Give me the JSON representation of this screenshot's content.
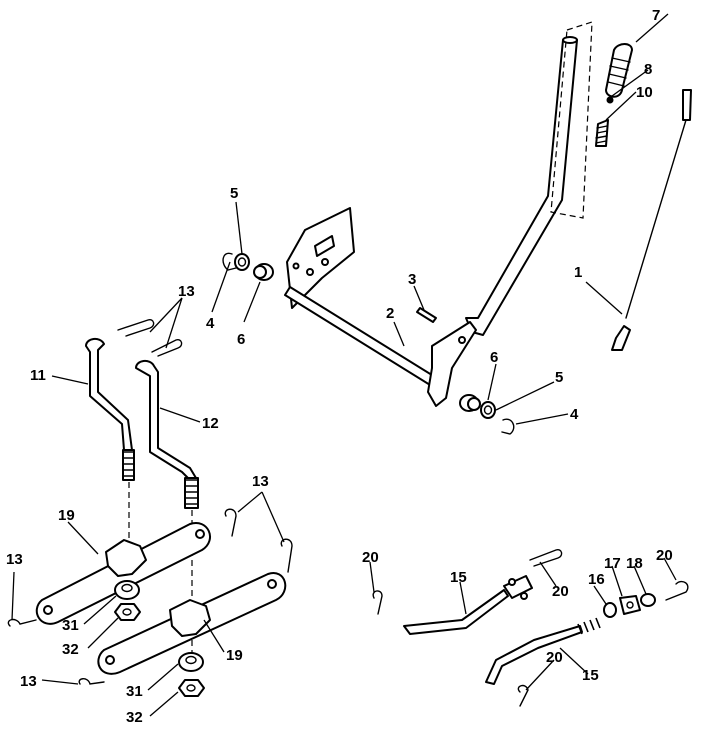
{
  "callouts": {
    "c1": "1",
    "c2": "2",
    "c3": "3",
    "c4a": "4",
    "c4b": "4",
    "c5a": "5",
    "c5b": "5",
    "c6a": "6",
    "c6b": "6",
    "c7": "7",
    "c8": "8",
    "c10": "10",
    "c11": "11",
    "c12": "12",
    "c13a": "13",
    "c13b": "13",
    "c13c": "13",
    "c13d": "13",
    "c15a": "15",
    "c15b": "15",
    "c16": "16",
    "c17": "17",
    "c18": "18",
    "c19a": "19",
    "c19b": "19",
    "c20a": "20",
    "c20b": "20",
    "c20c": "20",
    "c20d": "20",
    "c31a": "31",
    "c31b": "31",
    "c32a": "32",
    "c32b": "32"
  }
}
